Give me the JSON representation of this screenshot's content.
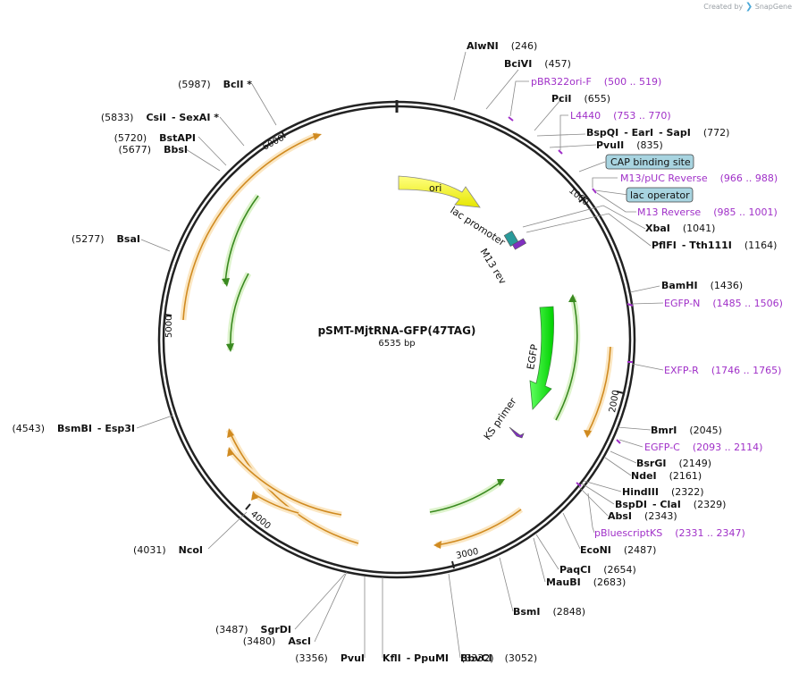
{
  "branding": {
    "created_by": "Created by",
    "app_name": "SnapGene"
  },
  "plasmid": {
    "name": "pSMT-MjtRNA-GFP(47TAG)",
    "size_label": "6535 bp",
    "length": 6535
  },
  "ruler_ticks": [
    "1000",
    "2000",
    "3000",
    "4000",
    "5000",
    "6000"
  ],
  "enzymes": [
    {
      "name": "AlwNI",
      "pos": "(246)"
    },
    {
      "name": "BciVI",
      "pos": "(457)"
    },
    {
      "name": "PciI",
      "pos": "(655)"
    },
    {
      "name": "BspQI",
      "name2": "- EarI",
      "name3": "- SapI",
      "pos": "(772)"
    },
    {
      "name": "PvuII",
      "pos": "(835)"
    },
    {
      "name": "XbaI",
      "pos": "(1041)"
    },
    {
      "name": "PflFI",
      "name2": "- Tth111I",
      "pos": "(1164)"
    },
    {
      "name": "BamHI",
      "pos": "(1436)"
    },
    {
      "name": "BmrI",
      "pos": "(2045)"
    },
    {
      "name": "BsrGI",
      "pos": "(2149)"
    },
    {
      "name": "NdeI",
      "pos": "(2161)"
    },
    {
      "name": "HindIII",
      "pos": "(2322)"
    },
    {
      "name": "BspDI",
      "name2": "- ClaI",
      "pos": "(2329)"
    },
    {
      "name": "AbsI",
      "pos": "(2343)"
    },
    {
      "name": "EcoNI",
      "pos": "(2487)"
    },
    {
      "name": "PaqCI",
      "pos": "(2654)"
    },
    {
      "name": "MauBI",
      "pos": "(2683)"
    },
    {
      "name": "BsmI",
      "pos": "(2848)"
    },
    {
      "name": "BbvCI",
      "pos": "(3052)"
    },
    {
      "name": "KflI",
      "name2": "- PpuMI",
      "pos": "(3332)"
    },
    {
      "name": "PvuI",
      "pos": "(3356)"
    },
    {
      "name": "AscI",
      "pos": "(3480)"
    },
    {
      "name": "SgrDI",
      "pos": "(3487)"
    },
    {
      "name": "NcoI",
      "pos": "(4031)"
    },
    {
      "name": "BsmBI",
      "name2": "- Esp3I",
      "pos": "(4543)"
    },
    {
      "name": "BsaI",
      "pos": "(5277)"
    },
    {
      "name": "BbsI",
      "pos": "(5677)"
    },
    {
      "name": "BstAPI",
      "pos": "(5720)"
    },
    {
      "name": "CsiI",
      "name2": "- SexAI *",
      "pos": "(5833)"
    },
    {
      "name": "BclI *",
      "pos": "(5987)"
    }
  ],
  "primers": [
    {
      "name": "pBR322ori-F",
      "range": "(500 .. 519)"
    },
    {
      "name": "L4440",
      "range": "(753 .. 770)"
    },
    {
      "name": "M13/pUC Reverse",
      "range": "(966 .. 988)"
    },
    {
      "name": "M13 Reverse",
      "range": "(985 .. 1001)"
    },
    {
      "name": "EGFP-N",
      "range": "(1485 .. 1506)"
    },
    {
      "name": "EXFP-R",
      "range": "(1746 .. 1765)"
    },
    {
      "name": "EGFP-C",
      "range": "(2093 .. 2114)"
    },
    {
      "name": "pBluescriptKS",
      "range": "(2331 .. 2347)"
    }
  ],
  "boxed_features": [
    {
      "name": "CAP binding site"
    },
    {
      "name": "lac operator"
    }
  ],
  "features": {
    "ori": "ori",
    "lac_promoter": "lac promoter",
    "m13_rev": "M13 rev",
    "egfp": "EGFP",
    "ks_primer": "KS primer"
  },
  "colors": {
    "ori": "#ffff00",
    "egfp": "#00ff00",
    "orf_orange": "#f0a030",
    "orf_green": "#40c020",
    "primer": "#a030c8",
    "box_fill": "#a8d4e0"
  }
}
